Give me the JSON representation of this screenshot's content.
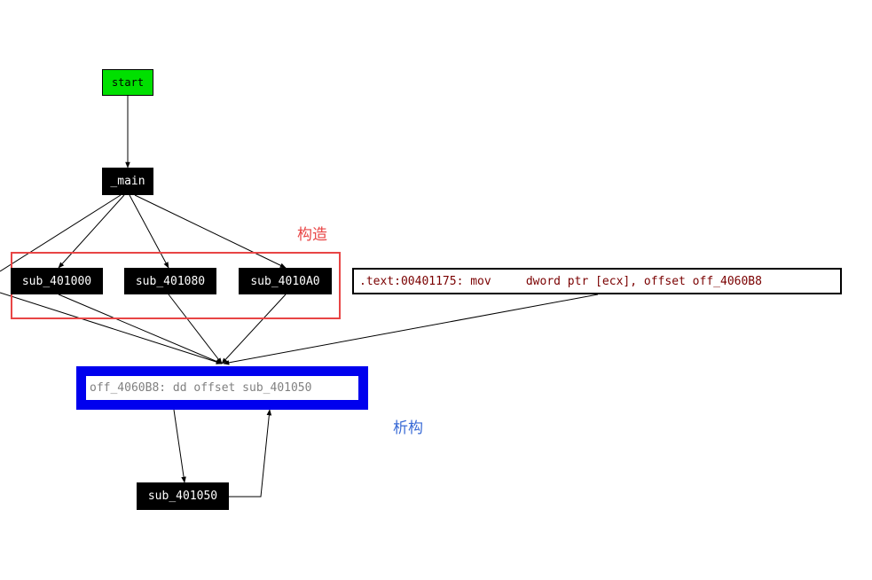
{
  "nodes": {
    "start": "start",
    "main": "_main",
    "sub_401000": "sub_401000",
    "sub_401080": "sub_401080",
    "sub_4010A0": "sub_4010A0",
    "instruction": ".text:00401175: mov     dword ptr [ecx], offset off_4060B8",
    "vtable": "off_4060B8: dd offset sub_401050",
    "sub_401050": "sub_401050"
  },
  "annotations": {
    "constructor": "构造",
    "destructor": "析构"
  },
  "colors": {
    "start_fill": "#00e000",
    "node_fill": "#000000",
    "vtable_border": "#0000ee",
    "constructor_box": "#e84545",
    "constructor_text": "#e84545",
    "destructor_text": "#3a6bd6",
    "instruction_text": "#7a0000",
    "vtable_text": "#808080"
  }
}
